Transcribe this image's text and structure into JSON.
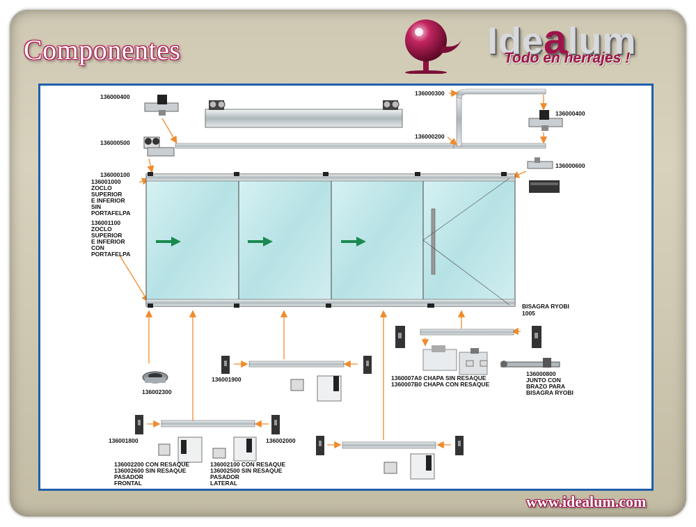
{
  "header": {
    "title": "Componentes",
    "brand_prefix": "Ide",
    "brand_highlight": "a",
    "brand_suffix": "lum",
    "slogan": "Todo en herrajes !",
    "website": "www.idealum.com"
  },
  "colors": {
    "brand": "#9e1349",
    "panel_border": "#1f5ea9",
    "arrow": "#f08a2c",
    "glass": "#bfe6e8",
    "direction_arrow": "#1a8a4e"
  },
  "labels": {
    "p136000400a": "136000400",
    "p136000500": "136000500",
    "p136000100": "136000100",
    "p136001000": [
      "136001000",
      "ZOCLO",
      "SUPERIOR",
      "E INFERIOR",
      "SIN",
      "PORTAFELPA"
    ],
    "p136001100": [
      "136001100",
      "ZOCLO",
      "SUPERIOR",
      "E INFERIOR",
      "CON",
      "PORTAFELPA"
    ],
    "p136000300": "136000300",
    "p136000200": "136000200",
    "p136000400b": "136000400",
    "p136000600": "136000600",
    "bisagra": [
      "BISAGRA RYOBI",
      "1005"
    ],
    "p136002300": "136002300",
    "p136001900": "136001900",
    "chapa": [
      "1360007A0 CHAPA SIN RESAQUE",
      "1360007B0 CHAPA CON RESAQUE"
    ],
    "p136000800": [
      "136000800",
      "JUNTO CON",
      "BRAZO PARA",
      "BISAGRA RYOBI"
    ],
    "p136001800": "136001800",
    "p136002000": "136002000",
    "pasador_frontal": [
      "136002200 CON RESAQUE",
      "136002600 SIN RESAQUE",
      "PASADOR",
      "FRONTAL"
    ],
    "pasador_lateral": [
      "136002100 CON RESAQUE",
      "136002500 SIN RESAQUE",
      "PASADOR",
      "LATERAL"
    ]
  }
}
